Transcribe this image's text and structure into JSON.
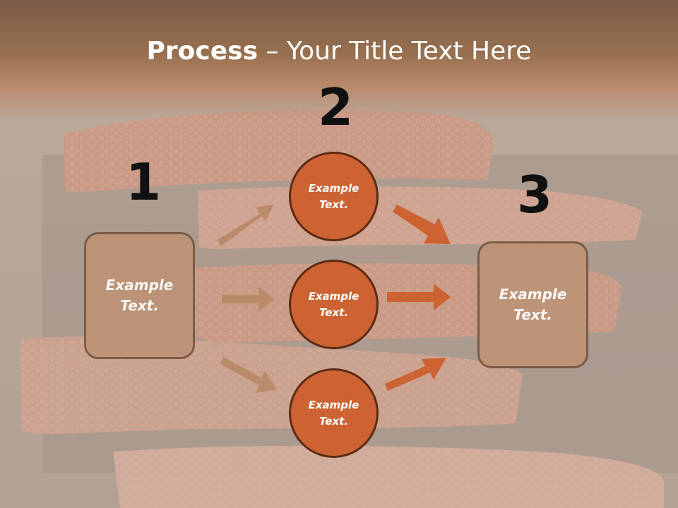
{
  "slide": {
    "title_bold": "Process",
    "title_rest": " – Your Title Text Here",
    "numbers": [
      "1",
      "2",
      "3"
    ],
    "left_box_text": "Example Text.",
    "right_box_text": "Example Text.",
    "circles": [
      "Example Text.",
      "Example Text.",
      "Example Text."
    ]
  },
  "colors": {
    "box_fill": "#bd9476",
    "box_border": "#775740",
    "circle_fill": "#cd6332",
    "circle_border": "#5c2a12",
    "arrow_left": "#bb8a6a",
    "arrow_right": "#cd6332",
    "title_band": "#8a6448"
  }
}
